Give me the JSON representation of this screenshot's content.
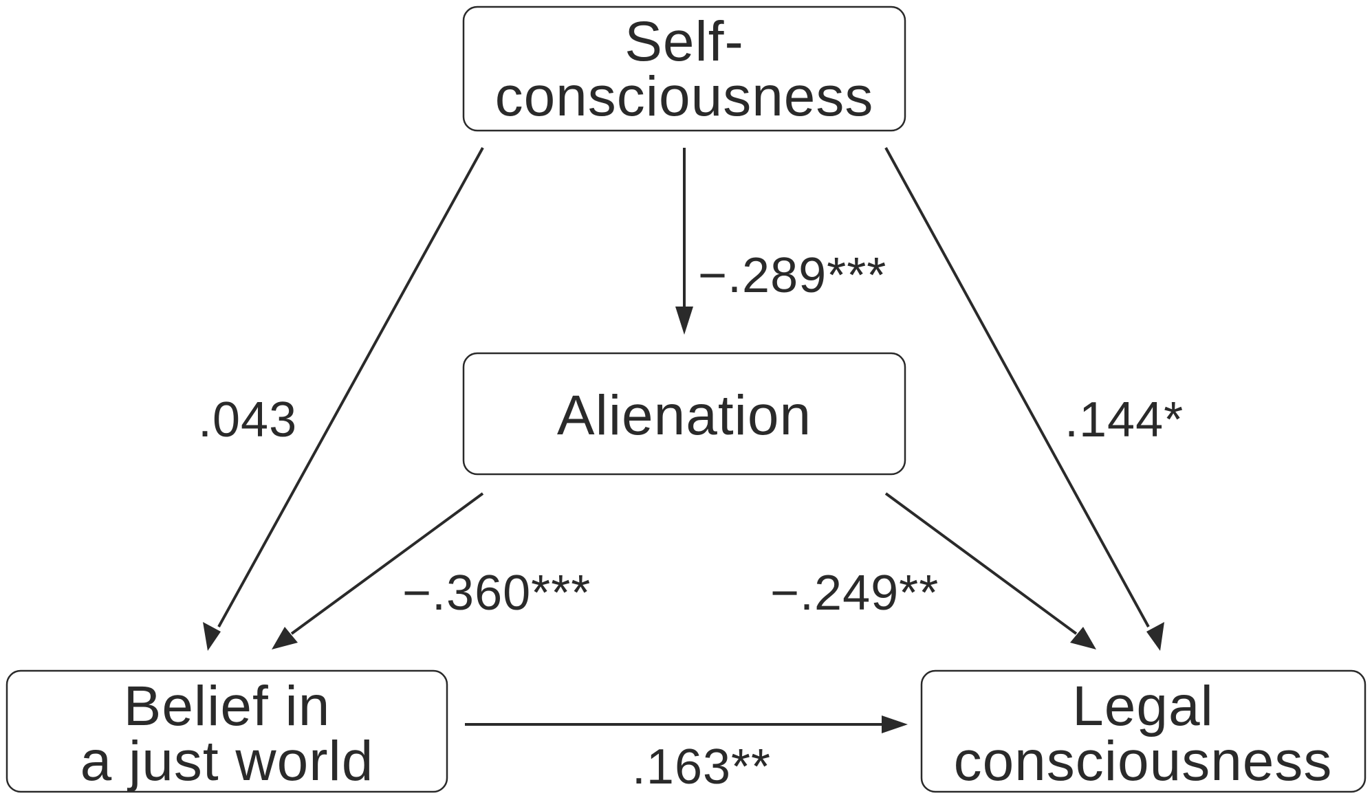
{
  "nodes": {
    "self_consciousness": {
      "line1": "Self-",
      "line2": "consciousness"
    },
    "alienation": {
      "label": "Alienation"
    },
    "belief": {
      "line1": "Belief in",
      "line2": "a just world"
    },
    "legal": {
      "line1": "Legal",
      "line2": "consciousness"
    }
  },
  "paths": {
    "self_to_alienation": "−.289***",
    "self_to_belief": ".043",
    "self_to_legal": ".144*",
    "alienation_to_belief": "−.360***",
    "alienation_to_legal": "−.249**",
    "belief_to_legal": ".163**"
  },
  "colors": {
    "stroke": "#2a2a2a",
    "background": "#ffffff"
  }
}
